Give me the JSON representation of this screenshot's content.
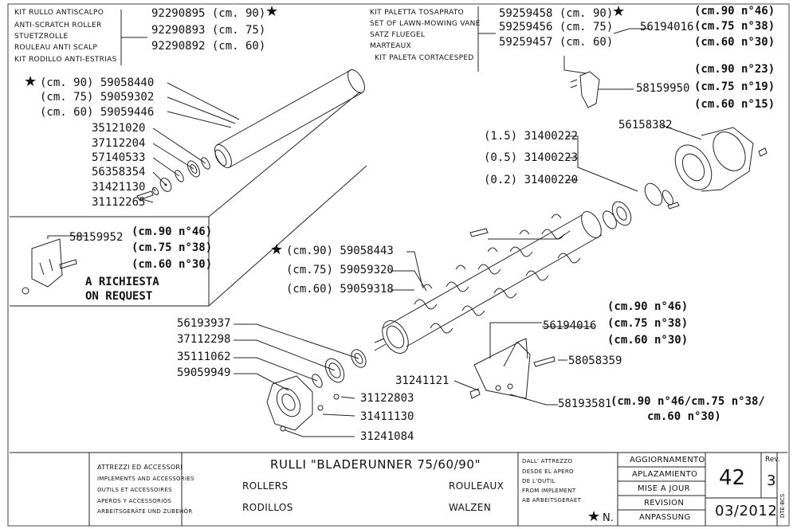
{
  "kits": {
    "roller": {
      "names": [
        "KIT RULLO ANTISCALPO",
        "ANTI-SCRATCH ROLLER",
        "STUETZROLLE",
        "ROULEAU ANTI SCALP",
        "KIT RODILLO ANTI-ESTRIAS"
      ],
      "codes": [
        "92290895 (cm. 90)",
        "92290893 (cm. 75)",
        "92290892 (cm. 60)"
      ]
    },
    "paddle": {
      "names": [
        "KIT PALETTA TOSAPRATO",
        "SET OF LAWN-MOWING VANE",
        "SATZ FLUEGEL",
        "MARTEAUX",
        "KIT PALETA CORTACESPED"
      ],
      "codes": [
        "59259458 (cm. 90)",
        "59259456 (cm. 75)",
        "59259457 (cm. 60)"
      ]
    }
  },
  "parts": {
    "roller_tube": [
      "(cm. 90) 59058440",
      "(cm. 75) 59059302",
      "(cm. 60) 59059446"
    ],
    "left_stack": [
      "35121020",
      "37112204",
      "57140533",
      "56358354",
      "31421130",
      "31112265"
    ],
    "insert_part": "58159952",
    "insert_qty": [
      "(cm.90 n°46)",
      "(cm.75 n°38)",
      "(cm.60 n°30)"
    ],
    "on_request": [
      "A RICHIESTA",
      "ON REQUEST"
    ],
    "paddle_part": "56194016",
    "paddle_qty": [
      "(cm.90 n°46)",
      "(cm.75 n°38)",
      "(cm.60 n°30)"
    ],
    "bracket_part": "58159950",
    "bracket_qty": [
      "(cm.90 n°23)",
      "(cm.75 n°19)",
      "(cm.60 n°15)"
    ],
    "flange_right": "56158382",
    "shims": [
      "(1.5) 31400222",
      "(0.5) 31400223",
      "(0.2) 31400220"
    ],
    "rotor": [
      "(cm.90) 59058443",
      "(cm.75) 59059320",
      "(cm.60) 59059318"
    ],
    "lower_left": [
      "56193937",
      "37112298",
      "35111062",
      "59059949"
    ],
    "lower_mid": [
      "31122803",
      "31411130",
      "31241084"
    ],
    "mid_paddle_part": "56194016",
    "mid_paddle_qty": [
      "(cm.90 n°46)",
      "(cm.75 n°38)",
      "(cm.60 n°30)"
    ],
    "bolt_part": "58058359",
    "nut_part": "31241121",
    "mid_bracket_part": "58193581",
    "mid_bracket_qty": [
      "(cm.90 n°46/cm.75 n°38/",
      "cm.60 n°30)"
    ]
  },
  "title_block": {
    "accessories": [
      "ATTREZZI ED ACCESSORI",
      "IMPLEMENTS AND ACCESSORIES",
      "OUTILS ET ACCESSOIRES",
      "APEROS Y ACCESSORIOS",
      "ARBEITSGERÄTE UND ZUBEHÖR"
    ],
    "title": "RULLI \"BLADERUNNER 75/60/90\"",
    "translations": [
      "ROLLERS",
      "ROULEAUX",
      "RODILLOS",
      "WALZEN"
    ],
    "from_implement": [
      "DALL' ATTREZZO",
      "DESDE EL APERO",
      "DE L'OUTIL",
      "FROM IMPLEMENT",
      "AB ARBEITSGERAET"
    ],
    "star_n": "N.",
    "update_labels": [
      "AGGIORNAMENTO",
      "APLAZAMIENTO",
      "MISE A JOUR",
      "REVISION",
      "ANPASSUNG"
    ],
    "page": "42",
    "rev_label": "Rev.",
    "rev": "3",
    "date": "03/2012",
    "code": "DTE-BCS"
  },
  "star_glyph": "★"
}
